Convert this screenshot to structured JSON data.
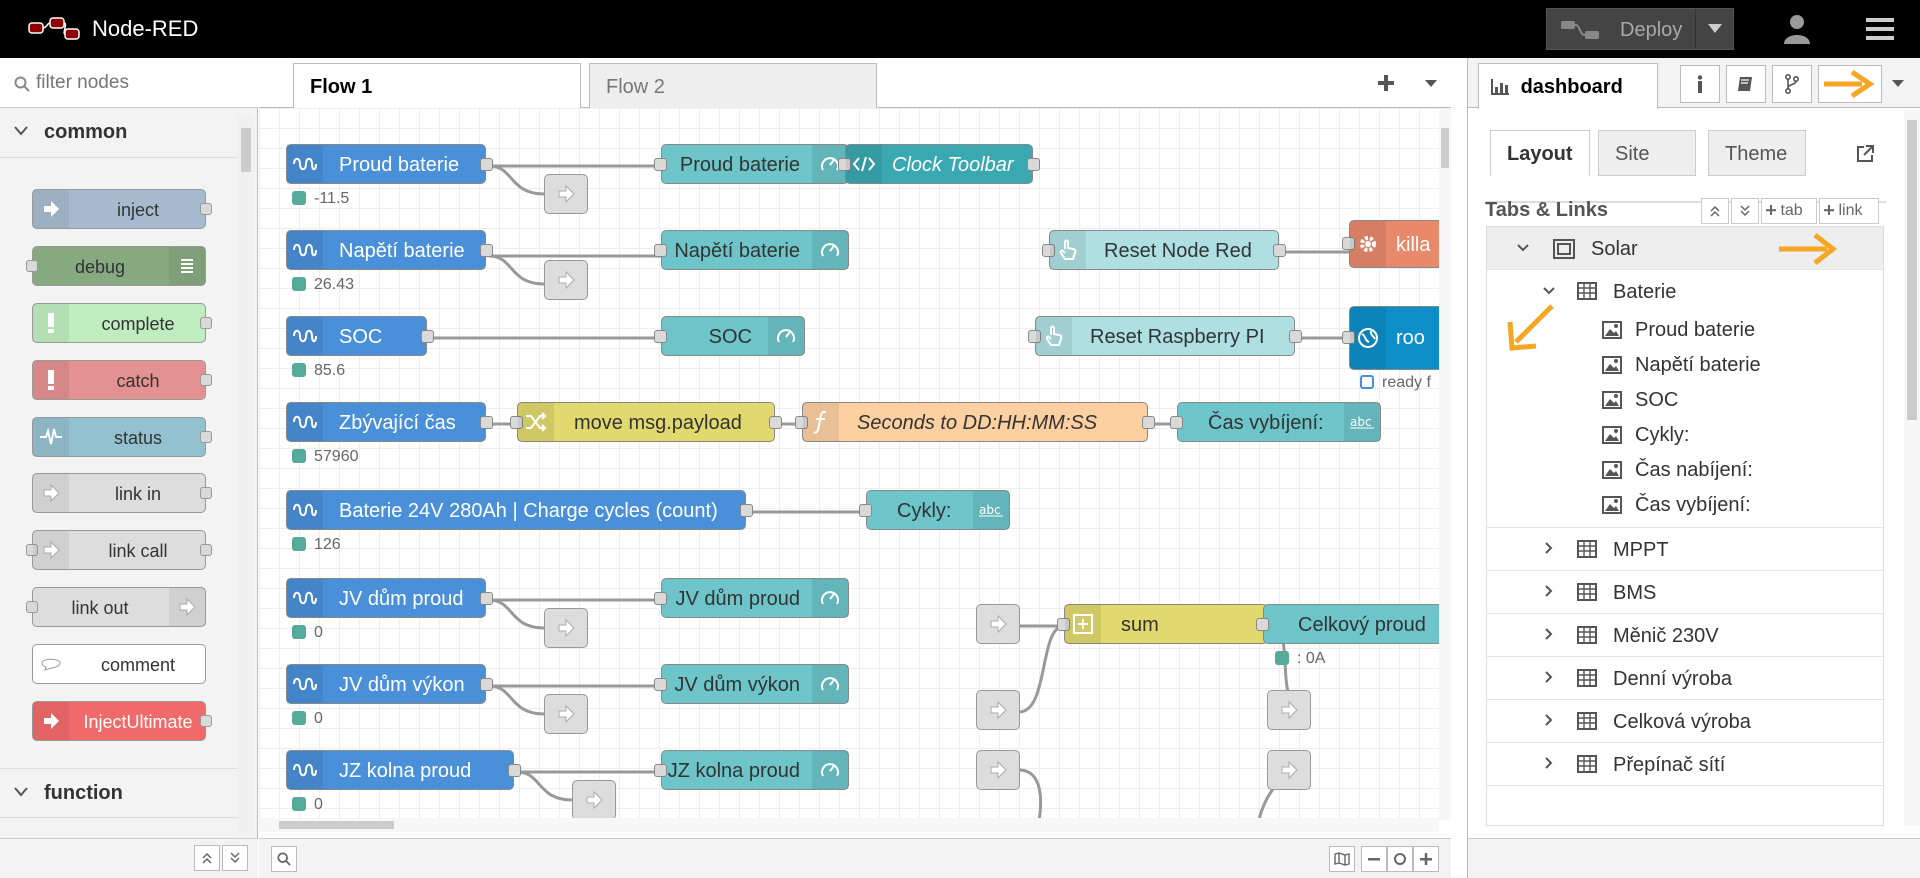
{
  "app": {
    "title": "Node-RED"
  },
  "header": {
    "deploy_label": "Deploy"
  },
  "palette": {
    "search_placeholder": "filter nodes",
    "categories": [
      {
        "label": "common"
      },
      {
        "label": "function"
      }
    ],
    "nodes": [
      {
        "label": "inject",
        "color": "#a6bbcf"
      },
      {
        "label": "debug",
        "color": "#87a980"
      },
      {
        "label": "complete",
        "color": "#c0edc0"
      },
      {
        "label": "catch",
        "color": "#e49191"
      },
      {
        "label": "status",
        "color": "#94c1d0"
      },
      {
        "label": "link in",
        "color": "#dddddd"
      },
      {
        "label": "link call",
        "color": "#dddddd"
      },
      {
        "label": "link out",
        "color": "#dddddd"
      },
      {
        "label": "comment",
        "color": "#ffffff"
      },
      {
        "label": "InjectUltimate",
        "color": "#f16a6a"
      }
    ]
  },
  "workspace": {
    "tabs": [
      {
        "label": "Flow 1"
      },
      {
        "label": "Flow 2"
      }
    ],
    "nodes": {
      "n1": "Proud baterie",
      "n1s": "-11.5",
      "n1o": "Proud baterie",
      "n2": "Napětí baterie",
      "n2s": "26.43",
      "n2o": "Napětí baterie",
      "n3": "SOC",
      "n3s": "85.6",
      "n3o": "SOC",
      "n4": "Zbývající čas",
      "n4s": "57960",
      "n4c": "move msg.payload",
      "n4f": "Seconds to DD:HH:MM:SS",
      "n4o": "Čas vybíjení:",
      "n5": "Baterie 24V 280Ah | Charge cycles (count)",
      "n5s": "126",
      "n5o": "Cykly:",
      "n6": "JV dům proud",
      "n6s": "0",
      "n6o": "JV dům proud",
      "n7": "JV dům výkon",
      "n7s": "0",
      "n7o": "JV dům výkon",
      "n8": "JZ kolna proud",
      "n8s": "0",
      "n8o": "JZ kolna proud",
      "clock": "Clock Toolbar",
      "reset_nr": "Reset Node Red",
      "kill": "killa",
      "reset_pi": "Reset Raspberry PI",
      "roo": "roo",
      "roo_status": "ready f",
      "sum": "sum",
      "total": "Celkový proud",
      "total_status": ": 0A"
    }
  },
  "sidebar": {
    "active_tab": "dashboard",
    "subtabs": [
      "Layout",
      "Site",
      "Theme"
    ],
    "section_title": "Tabs & Links",
    "btn_tab": "tab",
    "btn_link": "link",
    "tree": [
      {
        "label": "Solar"
      },
      {
        "label": "Baterie"
      },
      {
        "label": "Proud baterie"
      },
      {
        "label": "Napětí baterie"
      },
      {
        "label": "SOC"
      },
      {
        "label": "Cykly:"
      },
      {
        "label": "Čas nabíjení:"
      },
      {
        "label": "Čas vybíjení:"
      },
      {
        "label": "MPPT"
      },
      {
        "label": "BMS"
      },
      {
        "label": "Měnič 230V"
      },
      {
        "label": "Denní výroba"
      },
      {
        "label": "Celková výroba"
      },
      {
        "label": "Přepínač sítí"
      }
    ]
  },
  "colors": {
    "victron_blue": "#4a90d9",
    "dashboard_teal": "#6dc5c9",
    "function_orange": "#fdd0a2",
    "change_yellow": "#e2d96e",
    "annotation_arrow": "#f5a623"
  }
}
